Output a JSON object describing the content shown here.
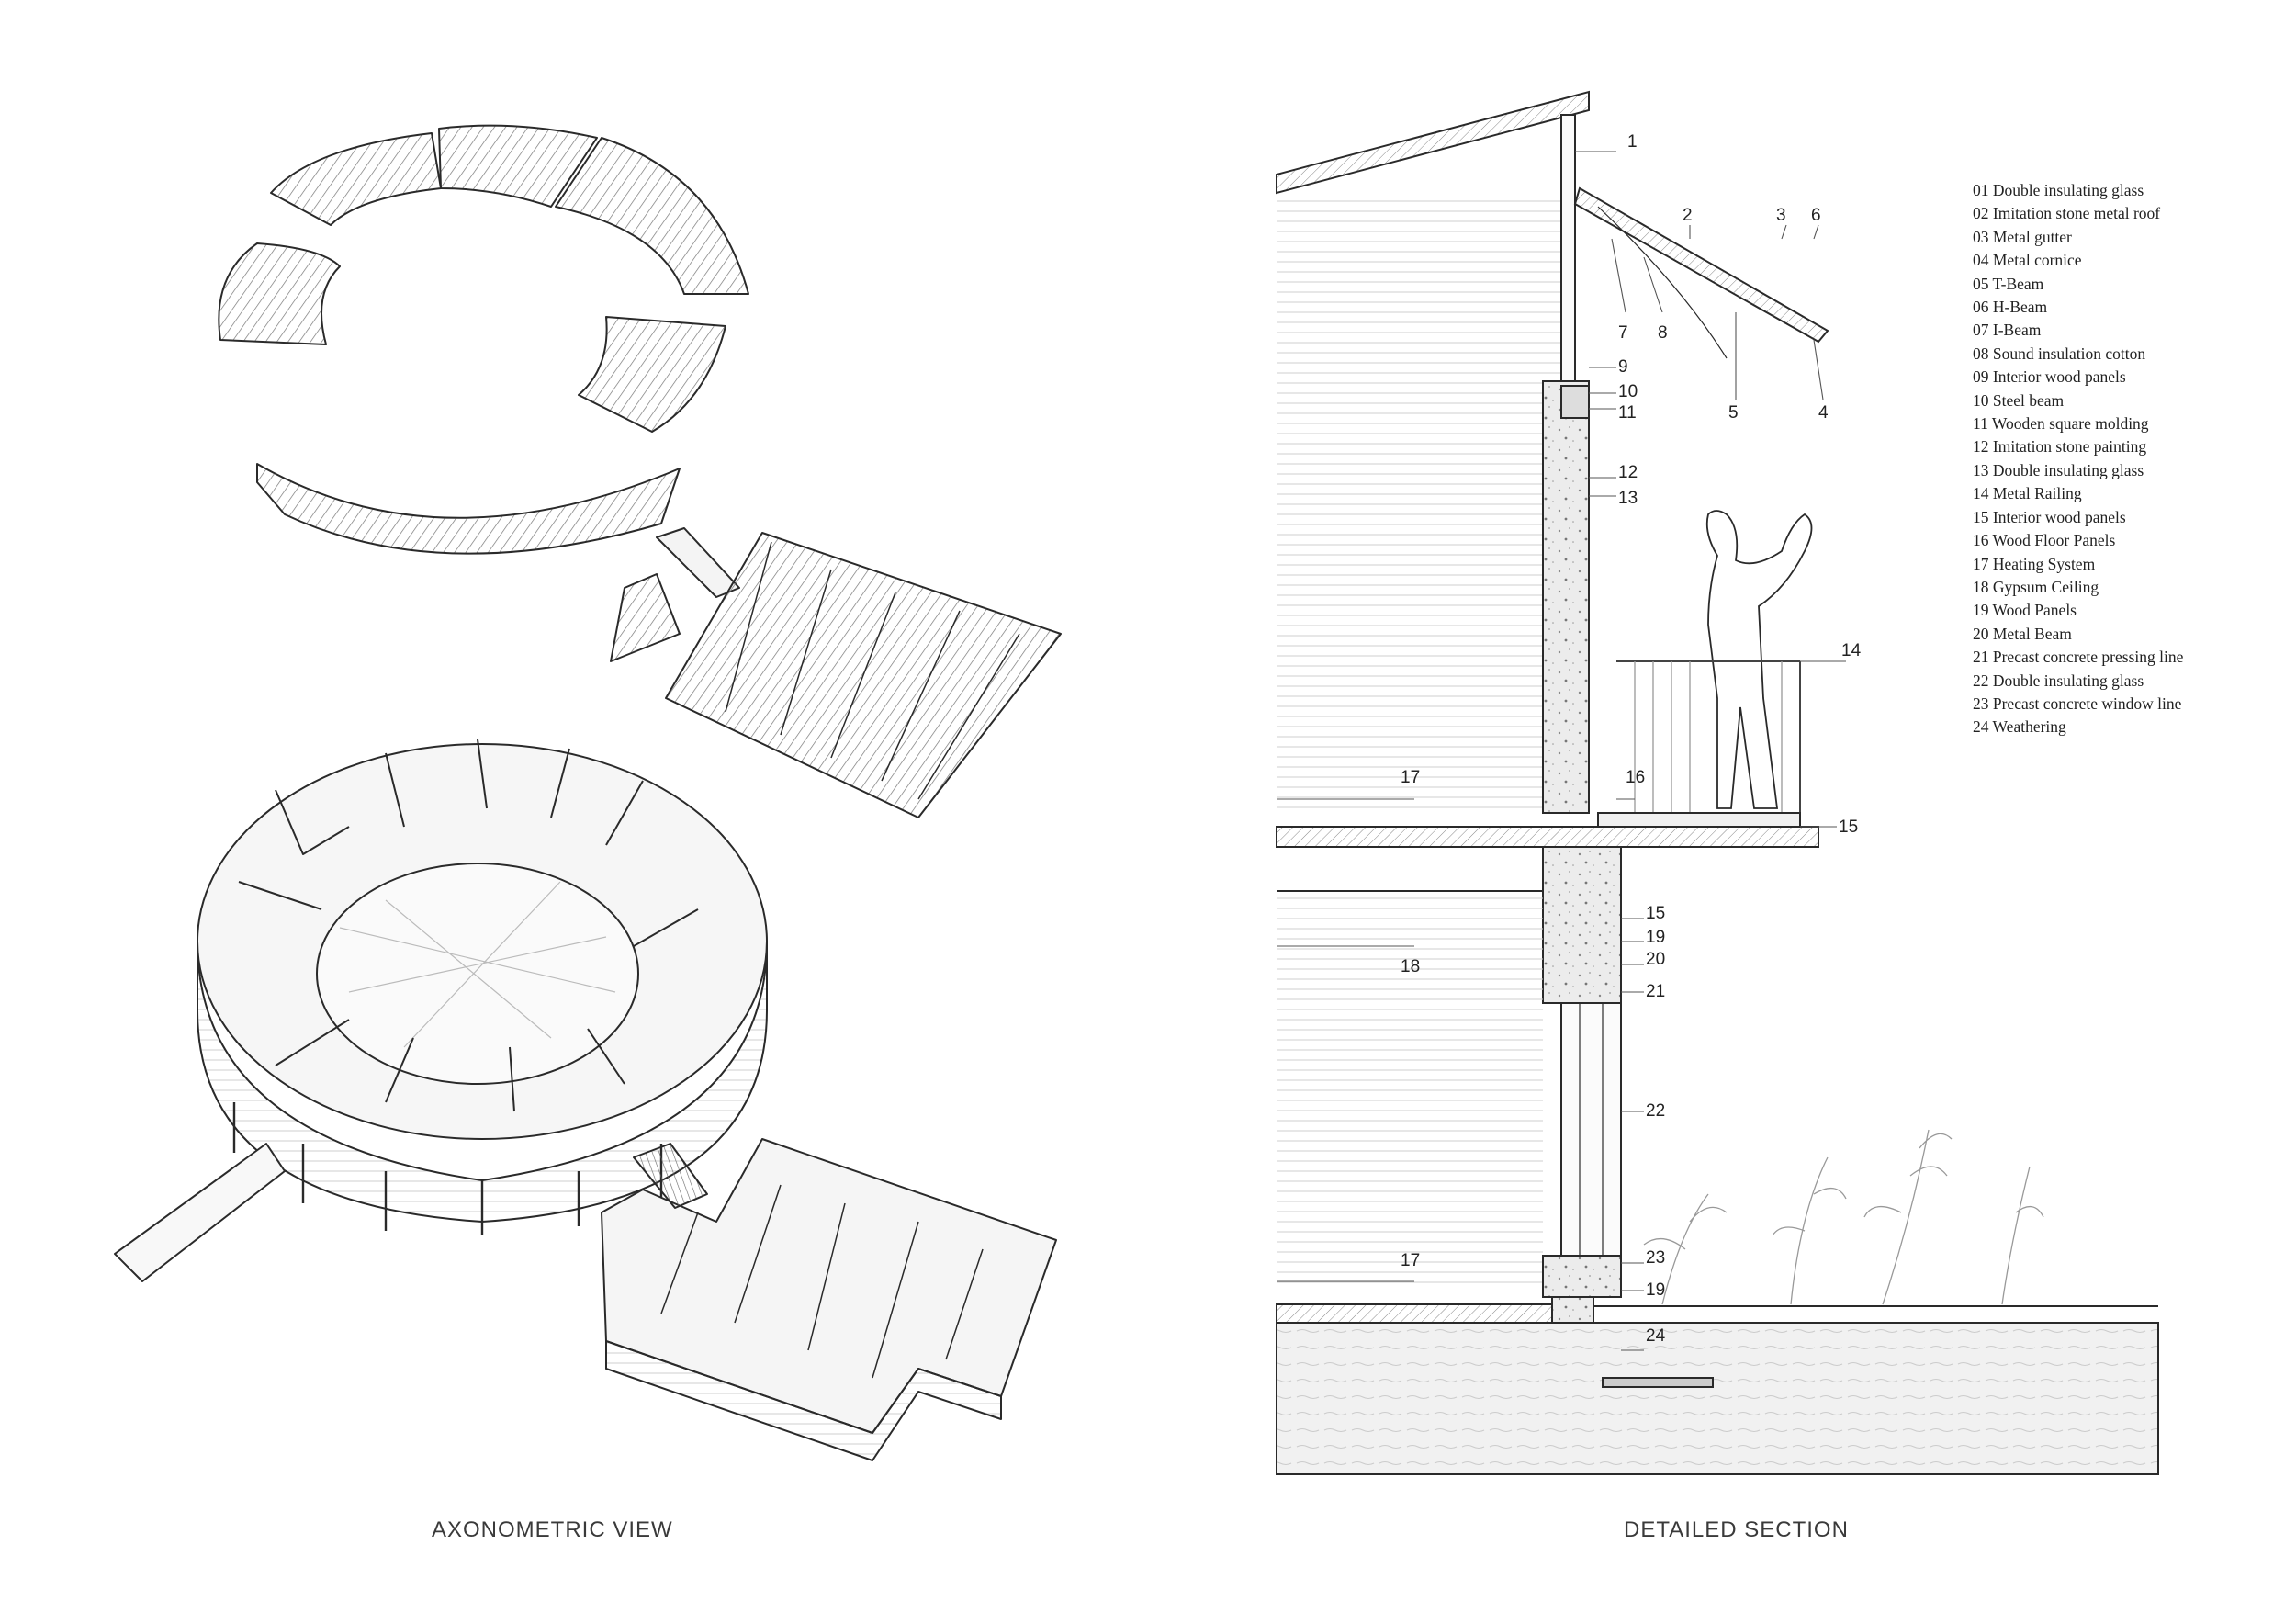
{
  "captions": {
    "left": "AXONOMETRIC VIEW",
    "right": "DETAILED SECTION"
  },
  "legend": [
    "01 Double insulating glass",
    "02 Imitation stone metal roof",
    "03 Metal gutter",
    "04 Metal cornice",
    "05 T-Beam",
    "06 H-Beam",
    "07 I-Beam",
    "08 Sound insulation cotton",
    "09 Interior wood panels",
    "10 Steel beam",
    "11 Wooden square molding",
    "12 Imitation stone painting",
    "13 Double insulating glass",
    "14 Metal Railing",
    "15 Interior wood panels",
    "16 Wood Floor Panels",
    "17 Heating System",
    "18 Gypsum Ceiling",
    "19 Wood Panels",
    "20 Metal Beam",
    "21 Precast concrete pressing line",
    "22 Double insulating glass",
    "23 Precast concrete window line",
    "24 Weathering"
  ],
  "section_tags": [
    "1",
    "2",
    "3",
    "6",
    "7",
    "8",
    "9",
    "10",
    "11",
    "5",
    "4",
    "12",
    "13",
    "14",
    "17",
    "16",
    "15",
    "15",
    "19",
    "20",
    "18",
    "21",
    "22",
    "23",
    "17",
    "19",
    "24"
  ],
  "colors": {
    "line": "#2a2a2a",
    "hatch": "#888888",
    "fill_light": "#f2f2f2"
  }
}
